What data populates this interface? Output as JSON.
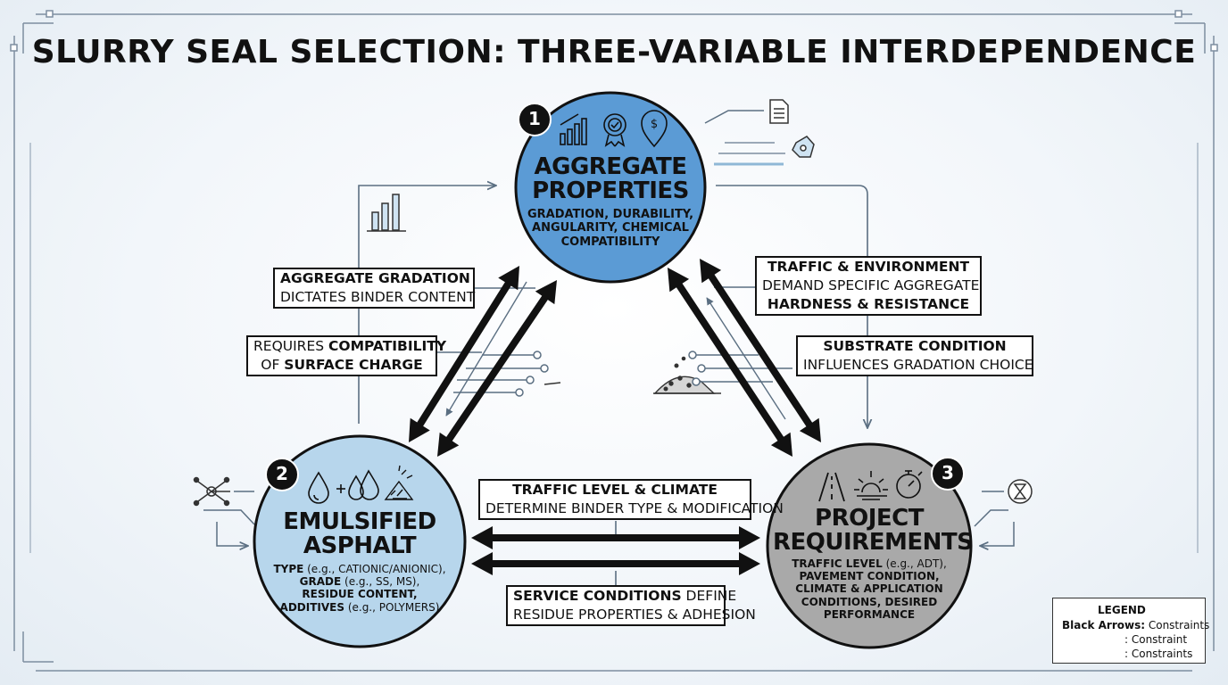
{
  "title": "SLURRY SEAL SELECTION: THREE-VARIABLE INTERDEPENDENCE",
  "nodes": [
    {
      "number": "1",
      "heading_line1": "AGGREGATE",
      "heading_line2": "PROPERTIES",
      "desc_lines": [
        "GRADATION, DURABILITY,",
        "ANGULARITY, CHEMICAL",
        "COMPATIBILITY"
      ],
      "icons": [
        "bar-chart-icon",
        "award-badge-icon",
        "dollar-pin-icon"
      ],
      "fill": "#5b9bd5"
    },
    {
      "number": "2",
      "heading_line1": "EMULSIFIED",
      "heading_line2": "ASPHALT",
      "desc_lines": [
        {
          "pre": "",
          "bold": "TYPE",
          "post": " (e.g., CATIONIC/ANIONIC),"
        },
        {
          "pre": "",
          "bold": "GRADE",
          "post": " (e.g., SS, MS),"
        },
        {
          "pre": "",
          "bold": "RESIDUE CONTENT,",
          "post": ""
        },
        {
          "pre": "",
          "bold": "ADDITIVES",
          "post": " (e.g., POLYMERS)"
        }
      ],
      "icons": [
        "droplet-icon",
        "plus-icon",
        "double-droplet-icon",
        "powder-pile-icon"
      ],
      "fill": "#b7d6ec"
    },
    {
      "number": "3",
      "heading_line1": "PROJECT",
      "heading_line2": "REQUIREMENTS",
      "desc_lines": [
        {
          "pre": "",
          "bold": "TRAFFIC LEVEL",
          "post": " (e.g., ADT),"
        },
        {
          "pre": "",
          "bold": "PAVEMENT CONDITION,",
          "post": ""
        },
        {
          "pre": "",
          "bold": "CLIMATE & APPLICATION",
          "post": ""
        },
        {
          "pre": "",
          "bold": "CONDITIONS, DESIRED",
          "post": ""
        },
        {
          "pre": "",
          "bold": "PERFORMANCE",
          "post": ""
        }
      ],
      "icons": [
        "road-icon",
        "sun-icon",
        "stopwatch-icon"
      ],
      "fill": "#a9a9a9"
    }
  ],
  "labels": [
    {
      "id": "agg-gradation",
      "lines": [
        [
          {
            "b": true,
            "t": "AGGREGATE GRADATION"
          }
        ],
        [
          {
            "b": false,
            "t": "DICTATES BINDER CONTENT"
          }
        ]
      ]
    },
    {
      "id": "compat",
      "lines": [
        [
          {
            "b": false,
            "t": "REQUIRES "
          },
          {
            "b": true,
            "t": "COMPATIBILITY"
          }
        ],
        [
          {
            "b": false,
            "t": "OF "
          },
          {
            "b": true,
            "t": "SURFACE CHARGE"
          }
        ]
      ]
    },
    {
      "id": "traffic-env",
      "lines": [
        [
          {
            "b": true,
            "t": "TRAFFIC & ENVIRONMENT"
          }
        ],
        [
          {
            "b": false,
            "t": "DEMAND SPECIFIC AGGREGATE"
          }
        ],
        [
          {
            "b": true,
            "t": "HARDNESS & RESISTANCE"
          }
        ]
      ]
    },
    {
      "id": "substrate",
      "lines": [
        [
          {
            "b": true,
            "t": "SUBSTRATE CONDITION"
          }
        ],
        [
          {
            "b": false,
            "t": "INFLUENCES GRADATION CHOICE"
          }
        ]
      ]
    },
    {
      "id": "traffic-climate",
      "lines": [
        [
          {
            "b": true,
            "t": "TRAFFIC LEVEL & CLIMATE"
          }
        ],
        [
          {
            "b": false,
            "t": "DETERMINE BINDER TYPE & MODIFICATION"
          }
        ]
      ]
    },
    {
      "id": "service",
      "lines": [
        [
          {
            "b": true,
            "t": "SERVICE CONDITIONS"
          },
          {
            "b": false,
            "t": " DEFINE"
          }
        ],
        [
          {
            "b": false,
            "t": "RESIDUE PROPERTIES & ADHESION"
          }
        ]
      ]
    }
  ],
  "legend": {
    "title": "LEGEND",
    "row1_bold": "Black Arrows:",
    "row1_text": " Constraints",
    "row2_text": ": Constraint",
    "row3_text": ": Constraints"
  },
  "colors": {
    "agg": "#5b9bd5",
    "emul": "#b7d6ec",
    "proj": "#a9a9a9",
    "line": "#5b6f82",
    "accent": "#8fb8d6"
  }
}
